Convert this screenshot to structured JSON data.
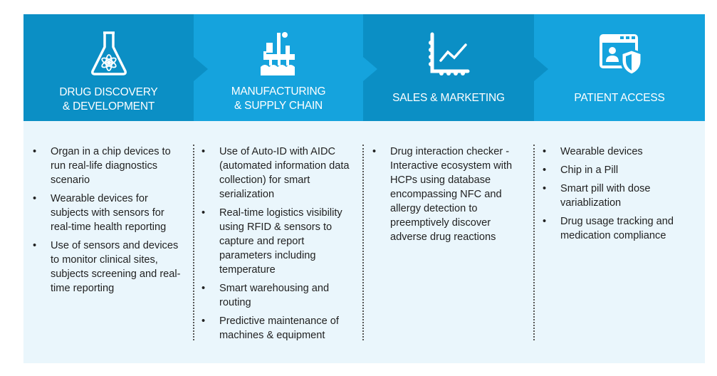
{
  "columns": [
    {
      "title": [
        "DRUG DISCOVERY",
        "& DEVELOPMENT"
      ],
      "icon": "flask-atom-icon",
      "items": [
        "Organ in a chip devices to run real-life diagnostics scenario",
        "Wearable devices for subjects with sensors for real-time health reporting",
        "Use of sensors and devices to monitor clinical sites, subjects screening and real-time reporting"
      ]
    },
    {
      "title": [
        "MANUFACTURING",
        "& SUPPLY CHAIN"
      ],
      "icon": "factory-icon",
      "items": [
        "Use of Auto-ID with AIDC (automated information data collection) for smart serialization",
        "Real-time logistics visibility using RFID & sensors to capture and report parameters including temperature",
        "Smart warehousing and routing",
        "Predictive maintenance of machines & equipment"
      ]
    },
    {
      "title": [
        "SALES & MARKETING"
      ],
      "icon": "line-chart-icon",
      "items": [
        "Drug interaction checker - Interactive ecosystem with HCPs using database encompassing NFC and allergy detection to preemptively discover adverse drug reactions"
      ]
    },
    {
      "title": [
        "PATIENT ACCESS"
      ],
      "icon": "patient-shield-icon",
      "items": [
        "Wearable devices",
        "Chip in a Pill",
        "Smart pill with dose variablization",
        "Drug usage tracking and medication compliance"
      ]
    }
  ],
  "colors": {
    "dark": "#0b8fc5",
    "light": "#15a3dd",
    "body": "#eaf6fc"
  }
}
